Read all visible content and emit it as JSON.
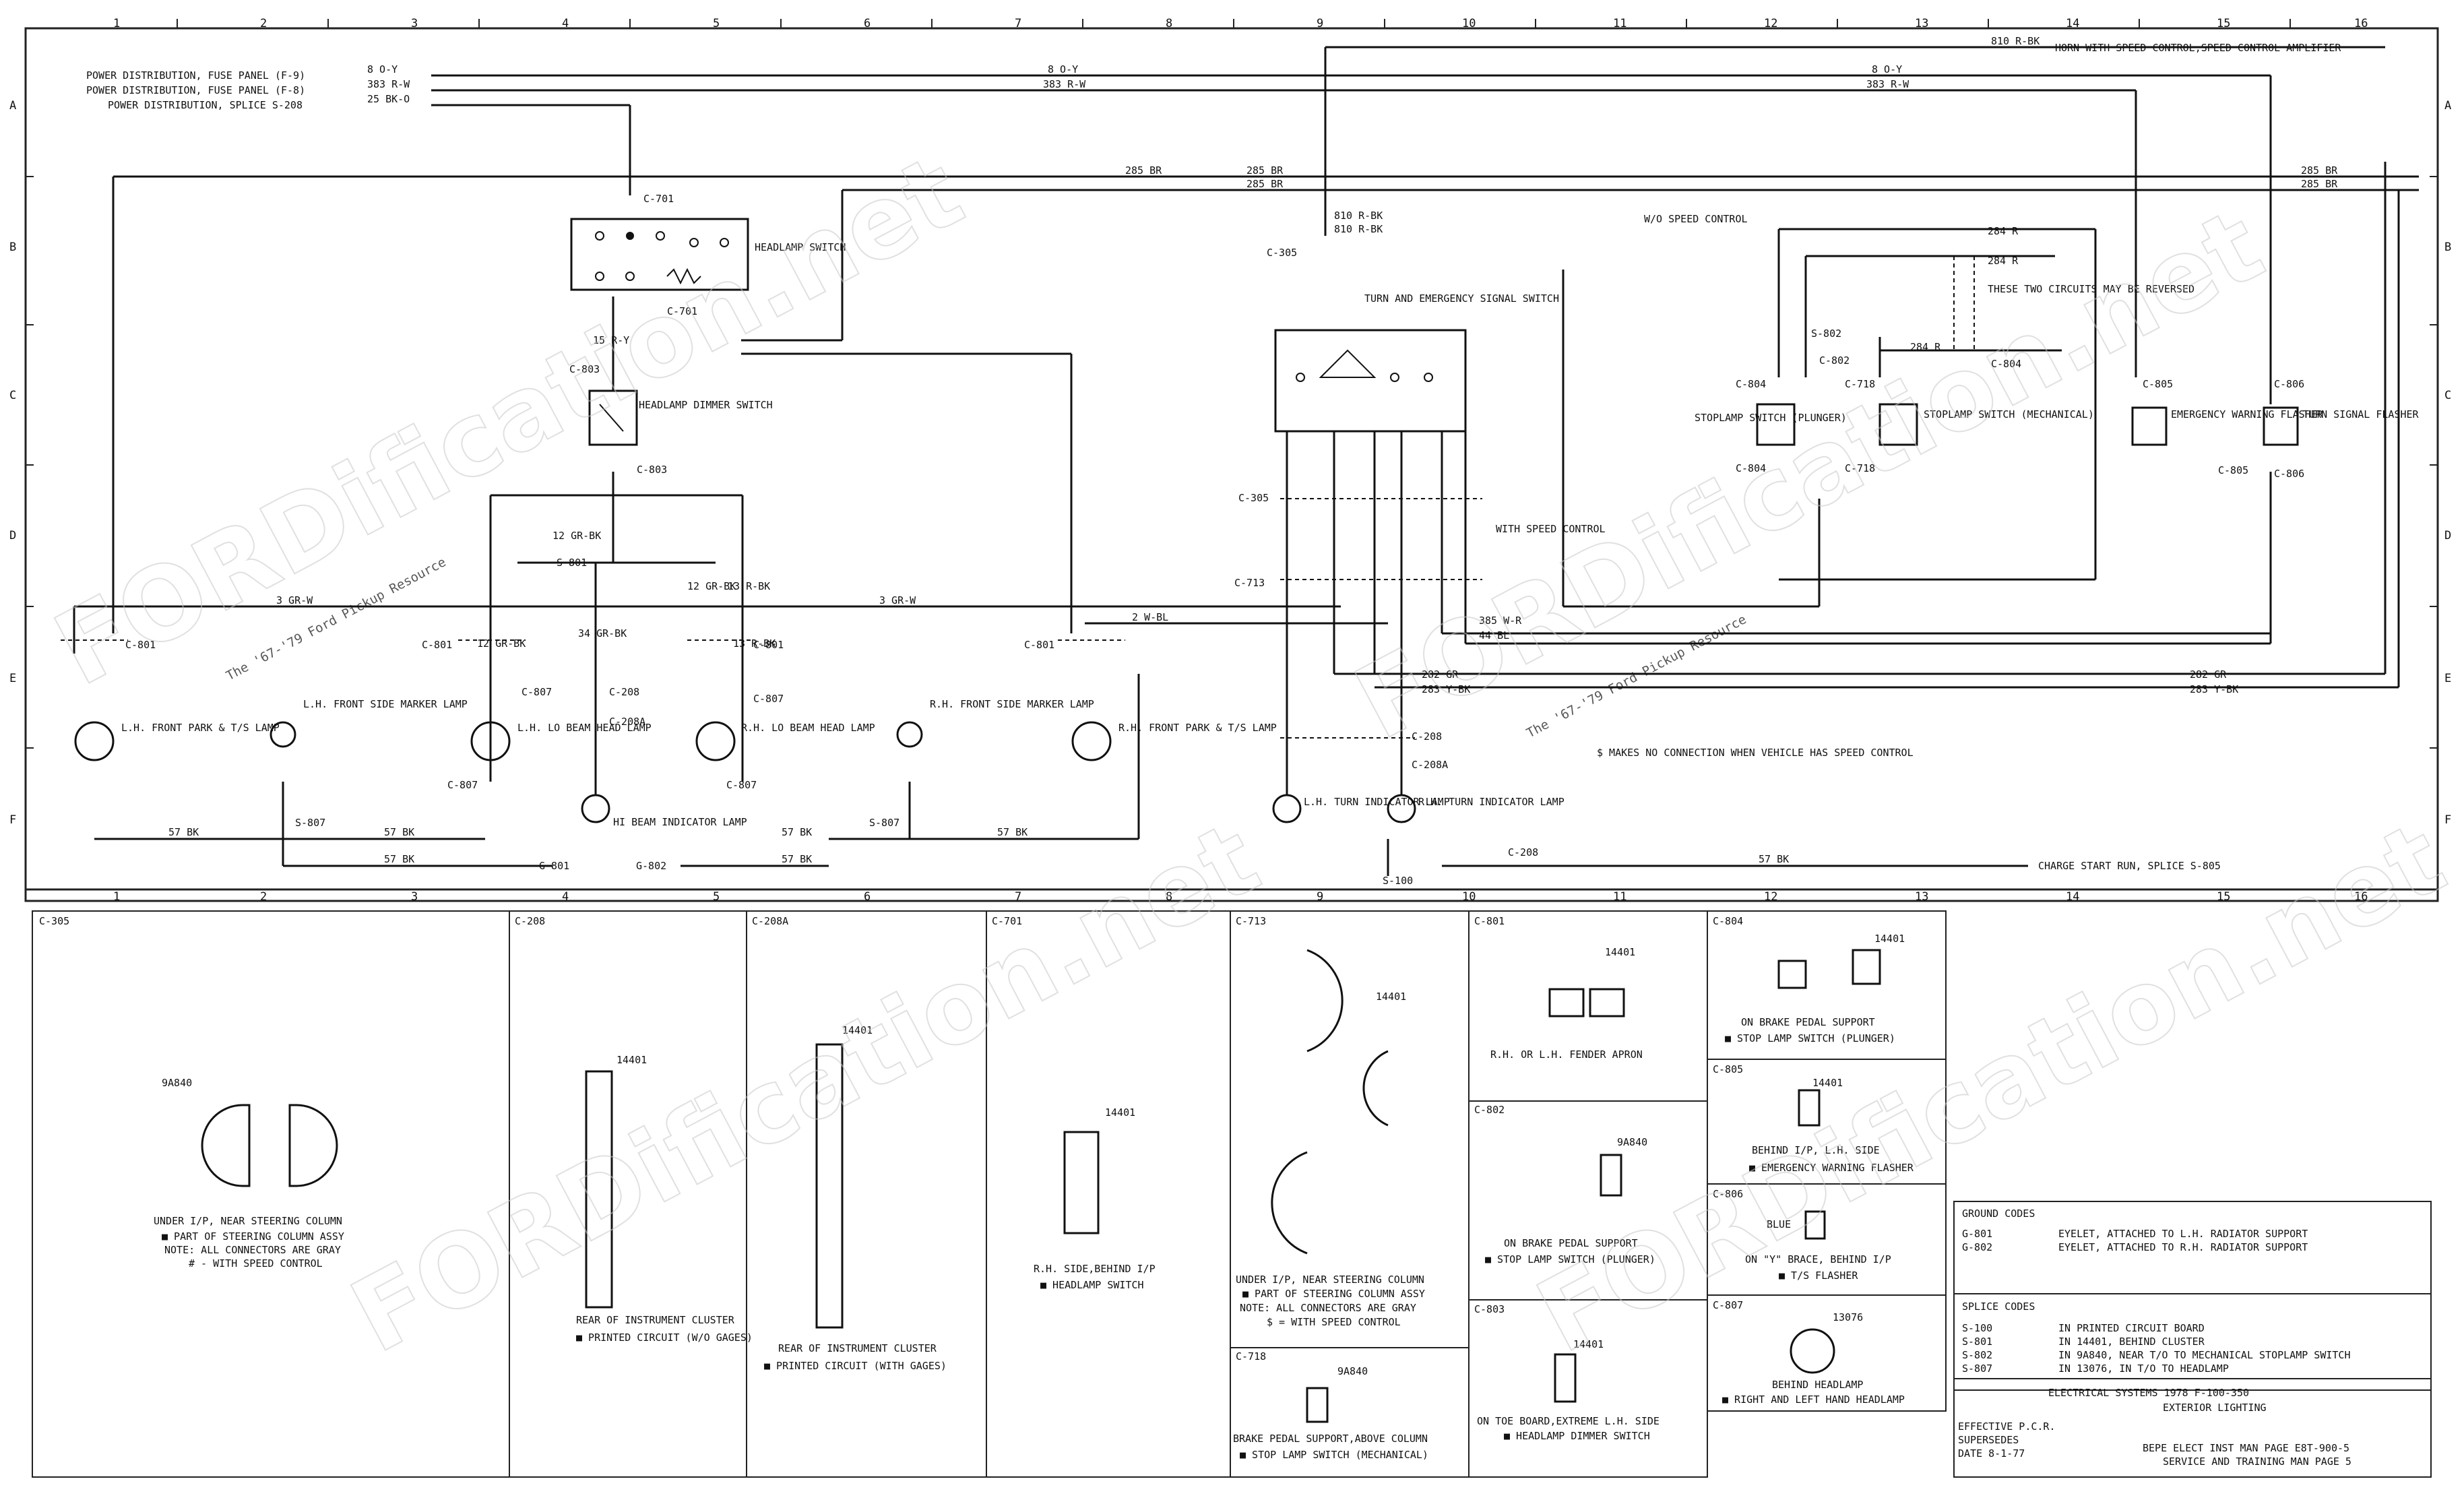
{
  "grid": {
    "columns": [
      "1",
      "2",
      "3",
      "4",
      "5",
      "6",
      "7",
      "8",
      "9",
      "10",
      "11",
      "12",
      "13",
      "14",
      "15",
      "16"
    ],
    "rows": [
      "A",
      "B",
      "C",
      "D",
      "E",
      "F"
    ]
  },
  "sources": {
    "fuse_f9": "POWER DISTRIBUTION, FUSE PANEL (F-9)",
    "fuse_f8": "POWER DISTRIBUTION, FUSE PANEL (F-8)",
    "splice_s208": "POWER DISTRIBUTION, SPLICE S-208",
    "horn": "HORN WITH SPEED CONTROL,SPEED CONTROL AMPLIFIER",
    "charge": "CHARGE START RUN, SPLICE S-805"
  },
  "wires": {
    "w8_oy": "8 O-Y",
    "w383_rw": "383 R-W",
    "w25_bko": "25 BK-O",
    "w810_rbk": "810 R-BK",
    "w285_br": "285 BR",
    "w3_grw": "3 GR-W",
    "w2_wbl": "2 W-BL",
    "w57_bk": "57 BK",
    "w385_wr": "385 W-R",
    "w44_bl": "44 BL",
    "w282_gr": "282 GR",
    "w283_ybk": "283 Y-BK",
    "w284_r": "284 R",
    "w15_ry": "15 R-Y",
    "w12_grbk": "12 GR-BK",
    "w13_rbk": "13 R-BK",
    "w34_grbk": "34 GR-BK"
  },
  "components": {
    "headlamp_switch": "HEADLAMP SWITCH",
    "dimmer_switch": "HEADLAMP DIMMER SWITCH",
    "turn_switch": "TURN AND EMERGENCY SIGNAL SWITCH",
    "lh_park": "L.H. FRONT PARK & T/S LAMP",
    "lh_marker": "L.H. FRONT SIDE MARKER LAMP",
    "lh_lobeam": "L.H. LO BEAM HEAD LAMP",
    "hi_beam": "HI BEAM INDICATOR LAMP",
    "rh_lobeam": "R.H. LO BEAM HEAD LAMP",
    "rh_marker": "R.H. FRONT SIDE MARKER LAMP",
    "rh_park": "R.H. FRONT PARK & T/S LAMP",
    "lh_turn_ind": "L.H. TURN INDICATOR LAMP",
    "rh_turn_ind": "R.H. TURN INDICATOR LAMP",
    "stoplamp_plunger": "STOPLAMP SWITCH (PLUNGER)",
    "stoplamp_mech": "STOPLAMP SWITCH (MECHANICAL)",
    "emerg_flasher": "EMERGENCY WARNING FLASHER",
    "turn_flasher": "TURN SIGNAL FLASHER",
    "with_speed": "WITH SPEED CONTROL",
    "without_speed": "W/O SPEED CONTROL",
    "two_circuits": "THESE TWO CIRCUITS MAY BE REVERSED",
    "no_connection": "$ MAKES NO CONNECTION WHEN VEHICLE HAS SPEED CONTROL"
  },
  "connectors": [
    "C-701",
    "C-803",
    "C-801",
    "C-807",
    "C-208",
    "C-208A",
    "C-305",
    "C-713",
    "C-802",
    "C-804",
    "C-718",
    "C-805",
    "C-806"
  ],
  "grounds": [
    "G-801",
    "G-802"
  ],
  "splices": [
    "S-801",
    "S-802",
    "S-807",
    "S-100"
  ],
  "panels": [
    {
      "id": "C-305",
      "title": "C-305",
      "part": "9A840",
      "caption": "UNDER I/P, NEAR STEERING COLUMN",
      "notes": [
        "■ PART OF STEERING COLUMN ASSY",
        "NOTE: ALL CONNECTORS ARE GRAY",
        "# - WITH SPEED CONTROL"
      ]
    },
    {
      "id": "C-208",
      "title": "C-208",
      "part": "14401",
      "caption": "REAR OF INSTRUMENT CLUSTER",
      "notes": [
        "■ PRINTED CIRCUIT (W/O GAGES)"
      ]
    },
    {
      "id": "C-208A",
      "title": "C-208A",
      "part": "14401",
      "caption": "REAR OF INSTRUMENT CLUSTER",
      "notes": [
        "■ PRINTED CIRCUIT (WITH GAGES)"
      ]
    },
    {
      "id": "C-701",
      "title": "C-701",
      "part": "14401",
      "caption": "R.H. SIDE,BEHIND I/P",
      "notes": [
        "■ HEADLAMP SWITCH"
      ]
    },
    {
      "id": "C-713",
      "title": "C-713",
      "part": "14401",
      "caption": "UNDER I/P, NEAR STEERING COLUMN",
      "notes": [
        "■ PART OF STEERING COLUMN ASSY",
        "NOTE: ALL CONNECTORS ARE GRAY",
        "$ = WITH SPEED CONTROL"
      ]
    },
    {
      "id": "C-718",
      "title": "C-718",
      "part": "9A840",
      "caption": "BRAKE PEDAL SUPPORT,ABOVE COLUMN",
      "notes": [
        "■ STOP LAMP SWITCH (MECHANICAL)"
      ]
    },
    {
      "id": "C-801",
      "title": "C-801",
      "part": "14401",
      "caption": "R.H. OR L.H. FENDER APRON",
      "notes": []
    },
    {
      "id": "C-802",
      "title": "C-802",
      "part": "9A840",
      "caption": "ON BRAKE PEDAL SUPPORT",
      "notes": [
        "■ STOP LAMP SWITCH (PLUNGER)"
      ]
    },
    {
      "id": "C-803",
      "title": "C-803",
      "part": "14401",
      "caption": "ON TOE BOARD,EXTREME L.H. SIDE",
      "notes": [
        "■ HEADLAMP DIMMER SWITCH"
      ]
    },
    {
      "id": "C-804",
      "title": "C-804",
      "part": "14401",
      "caption": "ON BRAKE PEDAL SUPPORT",
      "notes": [
        "■ STOP LAMP SWITCH (PLUNGER)"
      ]
    },
    {
      "id": "C-805",
      "title": "C-805",
      "part": "14401",
      "caption": "BEHIND I/P, L.H. SIDE",
      "notes": [
        "■ EMERGENCY WARNING FLASHER"
      ]
    },
    {
      "id": "C-806",
      "title": "C-806",
      "part": "BLUE",
      "caption": "ON \"Y\" BRACE, BEHIND I/P",
      "notes": [
        "■ T/S FLASHER"
      ]
    },
    {
      "id": "C-807",
      "title": "C-807",
      "part": "13076",
      "caption": "BEHIND HEADLAMP",
      "notes": [
        "■ RIGHT AND LEFT HAND HEADLAMP"
      ]
    }
  ],
  "ground_codes": {
    "title": "GROUND CODES",
    "rows": [
      {
        "code": "G-801",
        "desc": "EYELET, ATTACHED TO L.H. RADIATOR SUPPORT"
      },
      {
        "code": "G-802",
        "desc": "EYELET, ATTACHED TO R.H. RADIATOR SUPPORT"
      }
    ]
  },
  "splice_codes": {
    "title": "SPLICE CODES",
    "rows": [
      {
        "code": "S-100",
        "desc": "IN PRINTED CIRCUIT BOARD"
      },
      {
        "code": "S-801",
        "desc": "IN 14401, BEHIND CLUSTER"
      },
      {
        "code": "S-802",
        "desc": "IN 9A840, NEAR T/O TO MECHANICAL STOPLAMP SWITCH"
      },
      {
        "code": "S-807",
        "desc": "IN 13076, IN T/O TO HEADLAMP"
      }
    ]
  },
  "title_block": {
    "line1": "ELECTRICAL SYSTEMS 1978 F-100-350",
    "line2": "EXTERIOR LIGHTING",
    "effective": "EFFECTIVE P.C.R.",
    "supersedes": "SUPERSEDES",
    "date": "DATE 8-1-77",
    "ref1": "BEPE ELECT INST MAN PAGE E8T-900-5",
    "ref2": "SERVICE AND TRAINING MAN PAGE 5"
  },
  "watermark": {
    "brand": "FORDification.net",
    "tagline": "The '67-'79 Ford Pickup Resource"
  }
}
